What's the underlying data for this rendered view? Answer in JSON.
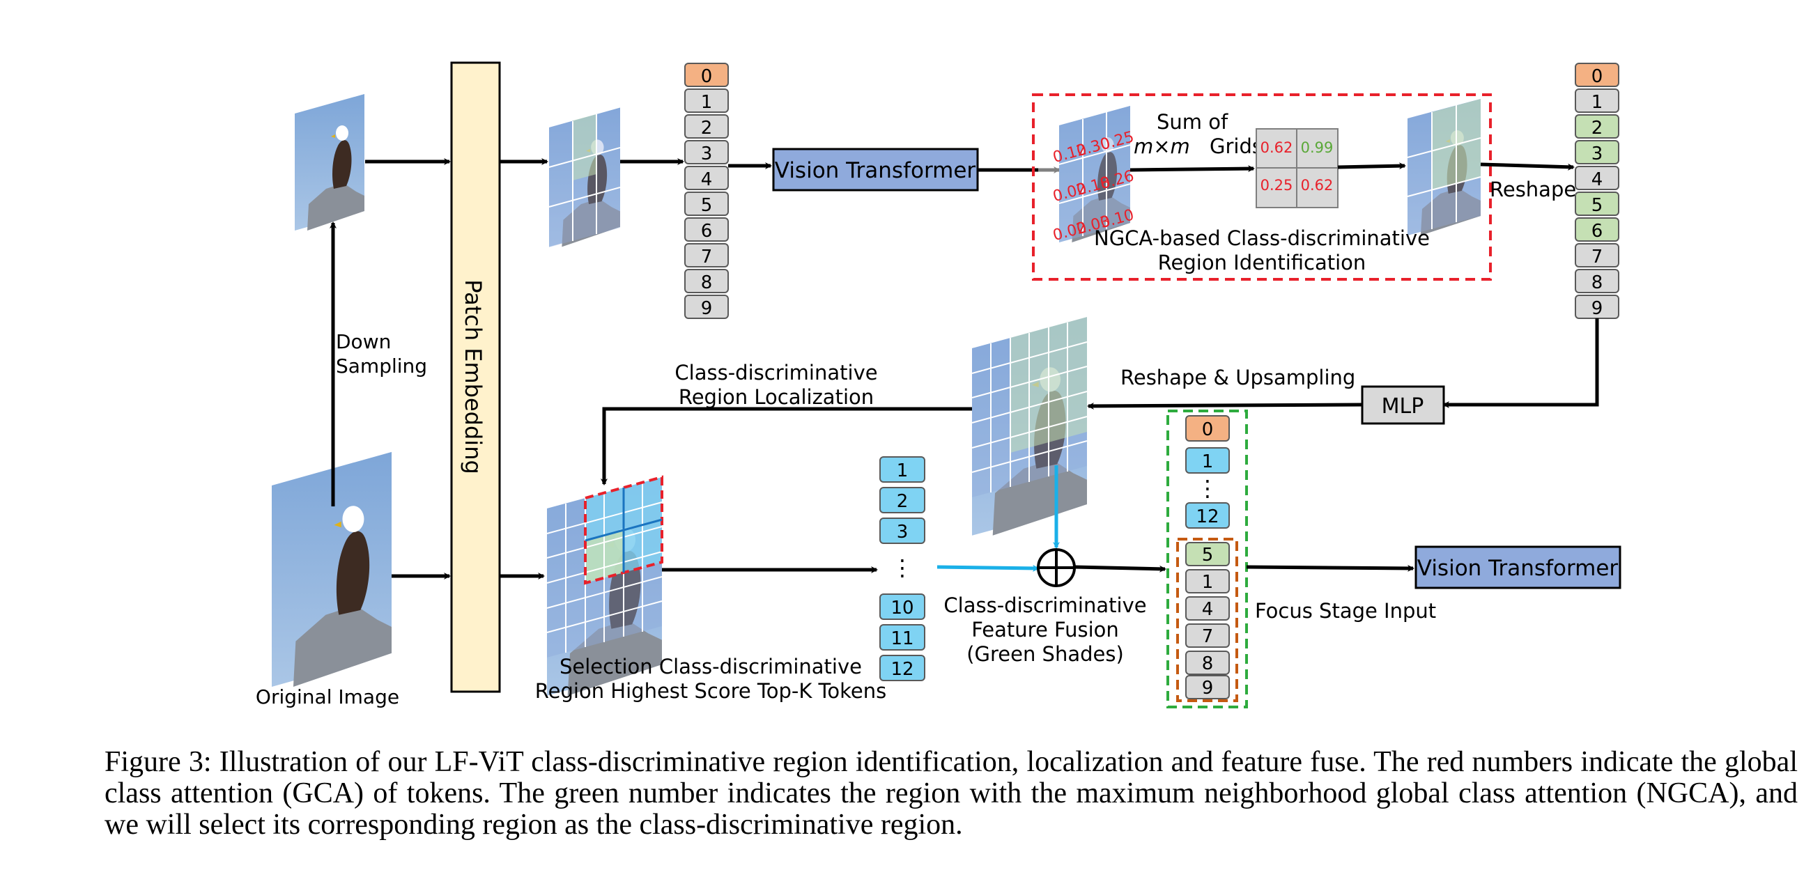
{
  "figure": {
    "labels": {
      "original_image": "Original Image",
      "down_sampling_1": "Down",
      "down_sampling_2": "Sampling",
      "patch_embedding": "Patch Embedding",
      "vision_transformer_top": "Vision Transformer",
      "vision_transformer_bottom": "Vision Transformer",
      "sum_of": "Sum of",
      "m_by_m": "m×m",
      "grids": "Grids",
      "ngca_1": "NGCA-based Class-discriminative",
      "ngca_2": "Region Identification",
      "reshape": "Reshape",
      "mlp": "MLP",
      "reshape_upsampling": "Reshape & Upsampling",
      "localization_1": "Class-discriminative",
      "localization_2": "Region Localization",
      "selection_1": "Selection Class-discriminative",
      "selection_2": "Region Highest Score Top-K Tokens",
      "fusion_1": "Class-discriminative",
      "fusion_2": "Feature Fusion",
      "fusion_3": "(Green Shades)",
      "focus_input": "Focus Stage Input",
      "ellipsis_v": "⋮",
      "plus": "⊕"
    },
    "token_col_1": [
      "0",
      "1",
      "2",
      "3",
      "4",
      "5",
      "6",
      "7",
      "8",
      "9"
    ],
    "token_col_2": [
      "0",
      "1",
      "2",
      "3",
      "4",
      "5",
      "6",
      "7",
      "8",
      "9"
    ],
    "token_col_2_highlighted": [
      "2",
      "3",
      "5",
      "6"
    ],
    "topk_tokens_top": [
      "1",
      "2",
      "3"
    ],
    "topk_tokens_bottom": [
      "10",
      "11",
      "12"
    ],
    "focus_tokens_top": [
      "0",
      "1",
      "12"
    ],
    "focus_tokens_bottom": [
      "5",
      "1",
      "4",
      "7",
      "8",
      "9"
    ],
    "gca_rows": [
      [
        "0.12",
        "0.30",
        "0.25"
      ],
      [
        "0.02",
        "0.18",
        "0.26"
      ],
      [
        "0.02",
        "0.03",
        "0.10"
      ]
    ],
    "ngca_grid": [
      "0.62",
      "0.99",
      "0.25",
      "0.62"
    ],
    "colors": {
      "token_grey": "#d9d9d9",
      "token_orange": "#f4b183",
      "token_green": "#c5e0b4",
      "token_blue": "#7fd3f3",
      "vit_blue": "#8faadc",
      "patch_yellow": "#fff2cc",
      "red_dash": "#e8212b",
      "green_dash": "#2eab3e",
      "orange_dash": "#c55a11",
      "cyan_arrow": "#1ab0e8",
      "gca_red": "#e8212b",
      "ngca_green": "#5aa838"
    }
  },
  "caption": "Figure 3: Illustration of our LF-ViT class-discriminative region identification, localization and feature fuse. The red numbers indicate the global class attention (GCA) of tokens. The green number indicates the region with the maximum neighborhood global class attention (NGCA), and we will select its corresponding region as the class-discriminative region."
}
